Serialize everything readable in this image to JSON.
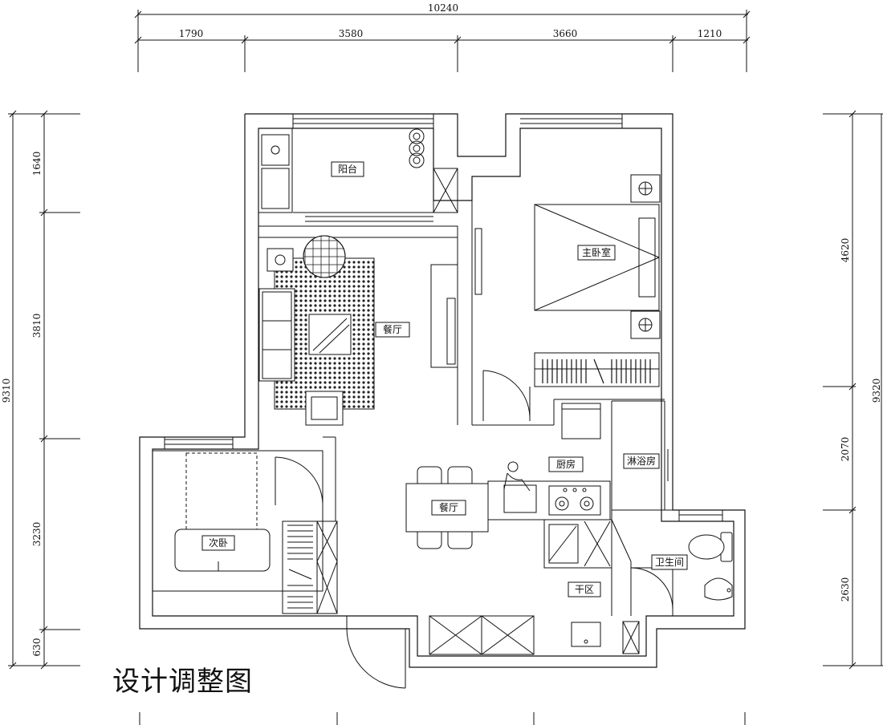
{
  "title": "设计调整图",
  "dimensions": {
    "top_total": "10240",
    "top": [
      "1790",
      "3580",
      "3660",
      "1210"
    ],
    "left_total": "9310",
    "left": [
      "1640",
      "3810",
      "3230",
      "630"
    ],
    "right_total": "9320",
    "right": [
      "4620",
      "2070",
      "2630"
    ]
  },
  "rooms": {
    "balcony": "阳台",
    "master_bedroom": "主卧室",
    "living": "餐厅",
    "kitchen": "厨房",
    "shower": "淋浴房",
    "dining": "餐厅",
    "second_bedroom": "次卧",
    "bathroom": "卫生间",
    "dry_area": "干区"
  }
}
